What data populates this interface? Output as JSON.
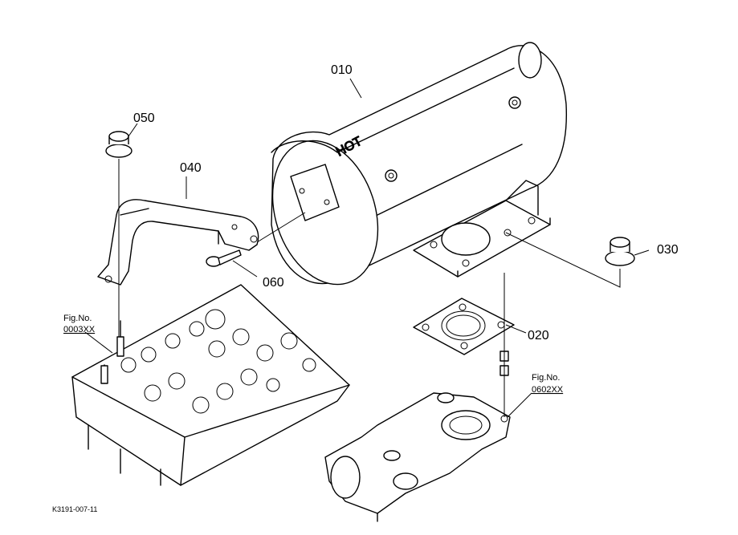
{
  "parts": [
    {
      "id": "010"
    },
    {
      "id": "020"
    },
    {
      "id": "030"
    },
    {
      "id": "040"
    },
    {
      "id": "050"
    },
    {
      "id": "060"
    }
  ],
  "references": [
    {
      "line1": "Fig.No.",
      "line2": "0003XX"
    },
    {
      "line1": "Fig.No.",
      "line2": "0602XX"
    }
  ],
  "muffler_emboss": "HOT",
  "drawing_code": "K3191-007-11"
}
